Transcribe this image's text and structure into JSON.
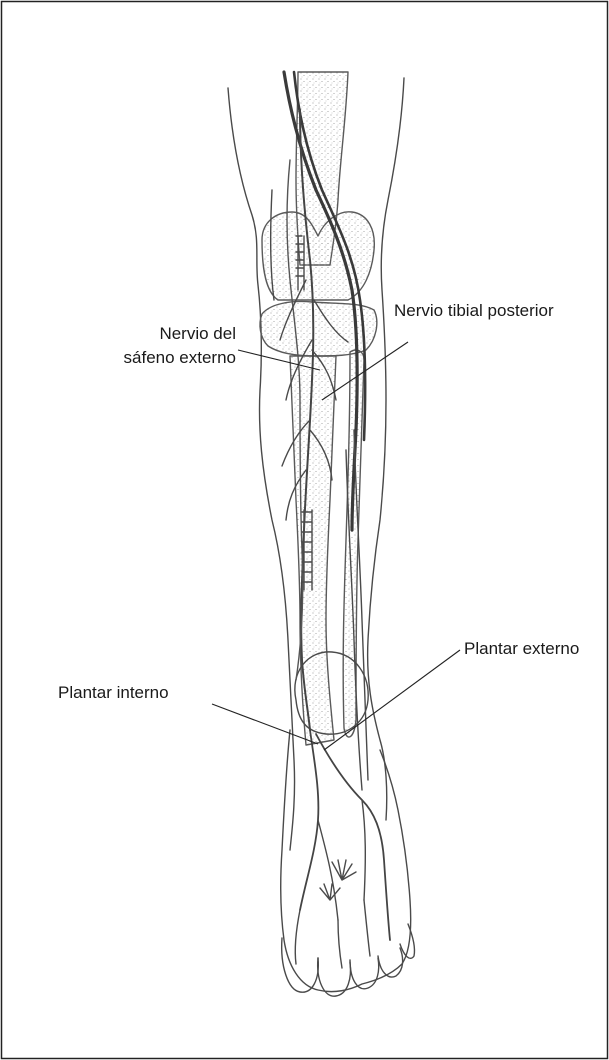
{
  "labels": {
    "saphenous_line1": "Nervio del",
    "saphenous_line2": "sáfeno externo",
    "tibial": "Nervio tibial posterior",
    "plantar_ext": "Plantar externo",
    "plantar_int": "Plantar interno"
  },
  "colors": {
    "line": "#4a4a4a",
    "bone_stipple": "#9a9a9a",
    "border": "#222222"
  }
}
